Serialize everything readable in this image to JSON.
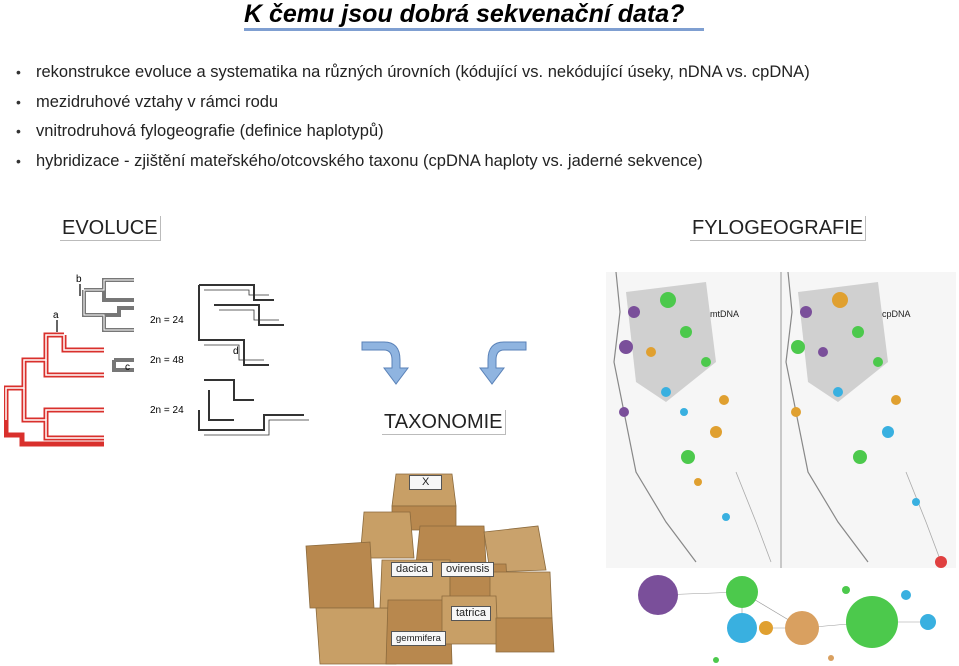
{
  "title": "K čemu jsou dobrá sekvenační data?",
  "bullets": [
    "rekonstrukce evoluce a systematika na různých úrovních (kódující vs. nekódující úseky, nDNA vs. cpDNA)",
    "mezidruhové vztahy v rámci rodu",
    "vnitrodruhová fylogeografie (definice haplotypů)",
    "hybridizace - zjištění mateřského/otcovského taxonu (cpDNA haploty vs. jaderné sekvence)"
  ],
  "labels": {
    "evoluce": "EVOLUCE",
    "fylogeografie": "FYLOGEOGRAFIE",
    "taxonomie": "TAXONOMIE"
  },
  "tree": {
    "marks": [
      "b",
      "a",
      "c",
      "d"
    ],
    "ploidy": [
      "2n = 24",
      "2n = 48",
      "2n = 24"
    ]
  },
  "maps": {
    "left_title": "mtDNA",
    "right_title": "cpDNA"
  },
  "boxes": {
    "x": "X",
    "dacica": "dacica",
    "ovirensis": "ovirensis",
    "tatrica": "tatrica",
    "gemmifera": "gemmifera"
  },
  "colors": {
    "arrow": "#8fb4e0",
    "tree_red": "#d9302c",
    "tree_gray": "#888888",
    "box": "#c8a06a"
  }
}
